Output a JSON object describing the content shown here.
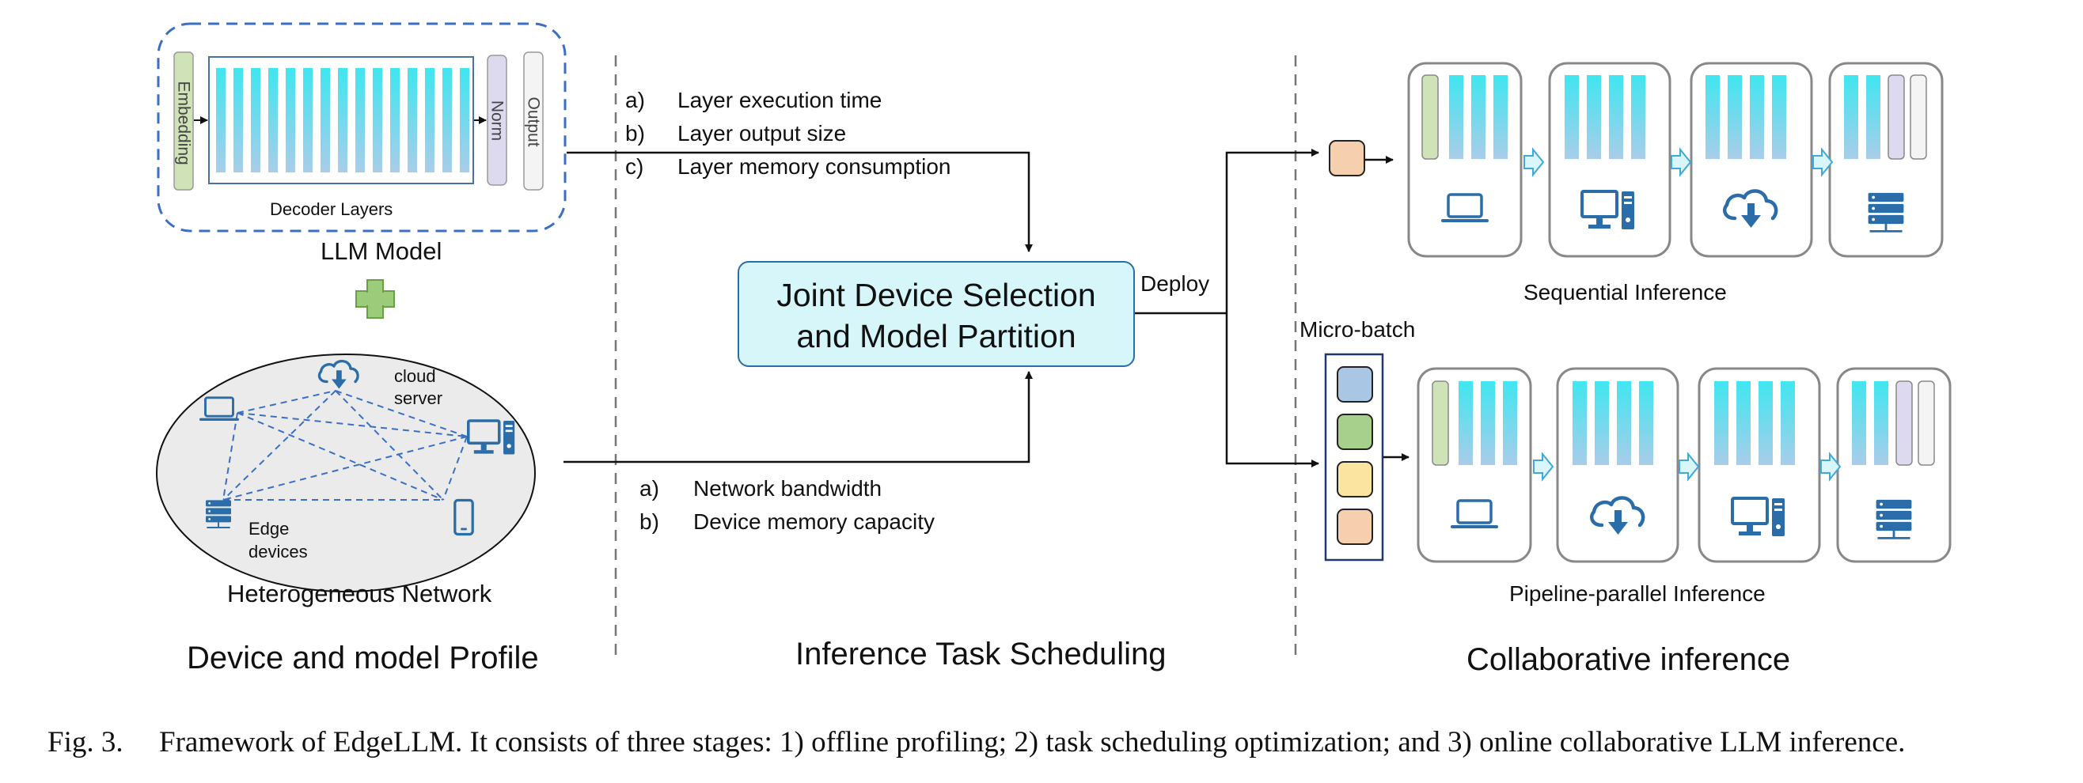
{
  "llm_model": {
    "embedding": "Embedding",
    "norm": "Norm",
    "output": "Output",
    "decoder_layers": "Decoder Layers",
    "title": "LLM Model"
  },
  "network": {
    "cloud_server": [
      "cloud",
      "server"
    ],
    "edge_devices": [
      "Edge",
      "devices"
    ],
    "title": "Heterogeneous Network"
  },
  "profile_items": [
    {
      "letter": "a)",
      "text": "Layer execution time"
    },
    {
      "letter": "b)",
      "text": "Layer output size"
    },
    {
      "letter": "c)",
      "text": "Layer memory consumption"
    }
  ],
  "network_items": [
    {
      "letter": "a)",
      "text": "Network bandwidth"
    },
    {
      "letter": "b)",
      "text": "Device memory capacity"
    }
  ],
  "scheduler": {
    "line1": "Joint Device Selection",
    "line2": "and Model Partition",
    "deploy": "Deploy"
  },
  "inference": {
    "micro_batch": "Micro-batch",
    "sequential": "Sequential Inference",
    "pipeline": "Pipeline-parallel Inference"
  },
  "stages": {
    "profile": "Device and model Profile",
    "scheduling": "Inference Task Scheduling",
    "collaborative": "Collaborative inference"
  },
  "caption": {
    "label": "Fig. 3.",
    "text": "Framework of EdgeLLM. It consists of three stages: 1) offline profiling; 2) task scheduling optimization; and 3) online collaborative LLM inference."
  },
  "colors": {
    "accent_blue": "#2b6da8",
    "layer_cyan": "#3fe6f0",
    "layer_blue": "#a9cde9",
    "embedding_green": "#cfe2b8",
    "norm_lavender": "#ddd9ee",
    "plus_green": "#9ccc7a",
    "batch_blue": "#a9c6e4",
    "batch_green": "#a8d08d",
    "batch_yellow": "#fbe3a0",
    "batch_peach": "#f6cfae"
  }
}
